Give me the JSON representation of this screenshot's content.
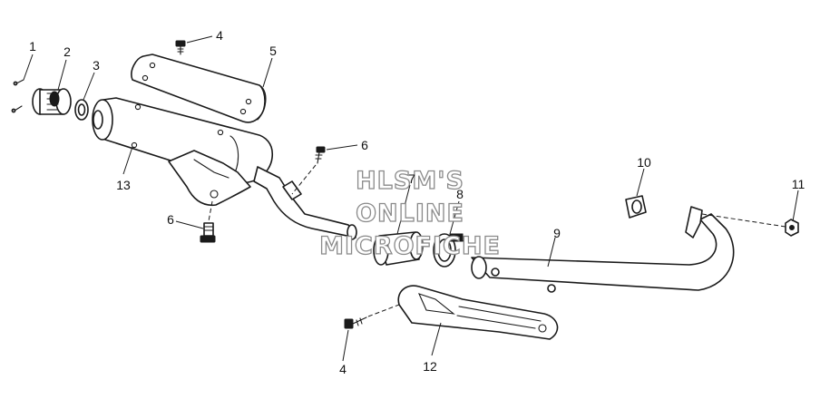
{
  "callouts": {
    "c1": "1",
    "c2": "2",
    "c3": "3",
    "c4a": "4",
    "c5": "5",
    "c6a": "6",
    "c13": "13",
    "c6b": "6",
    "c7": "7",
    "c8": "8",
    "c10": "10",
    "c11": "11",
    "c9": "9",
    "c4b": "4",
    "c12": "12"
  },
  "watermark": {
    "line1": "HLSM'S",
    "line2": "ONLINE",
    "line3": "MICROFICHE"
  }
}
